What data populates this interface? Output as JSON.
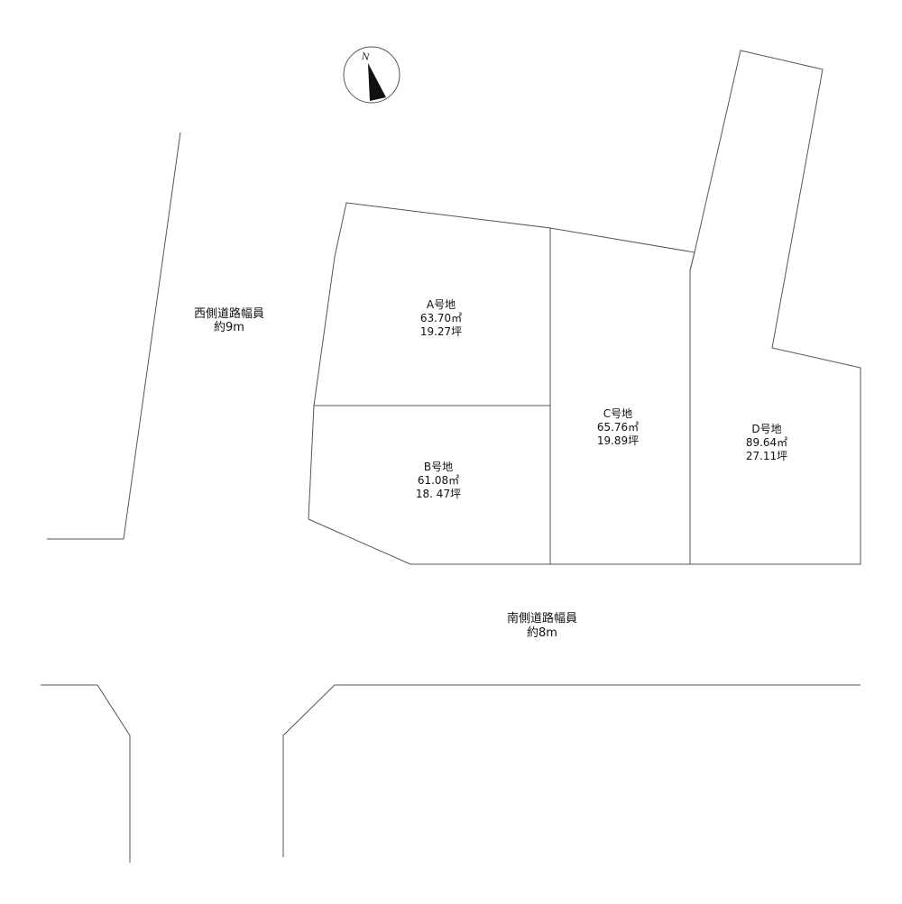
{
  "north_label": "N",
  "roads": {
    "west": {
      "name": "西側道路幅員",
      "width": "約9m"
    },
    "south": {
      "name": "南側道路幅員",
      "width": "約8m"
    }
  },
  "lots": {
    "a": {
      "name": "A号地",
      "area_m2": "63.70㎡",
      "area_tsubo": "19.27坪"
    },
    "b": {
      "name": "B号地",
      "area_m2": "61.08㎡",
      "area_tsubo": "18. 47坪"
    },
    "c": {
      "name": "C号地",
      "area_m2": "65.76㎡",
      "area_tsubo": "19.89坪"
    },
    "d": {
      "name": "D号地",
      "area_m2": "89.64㎡",
      "area_tsubo": "27.11坪"
    }
  }
}
